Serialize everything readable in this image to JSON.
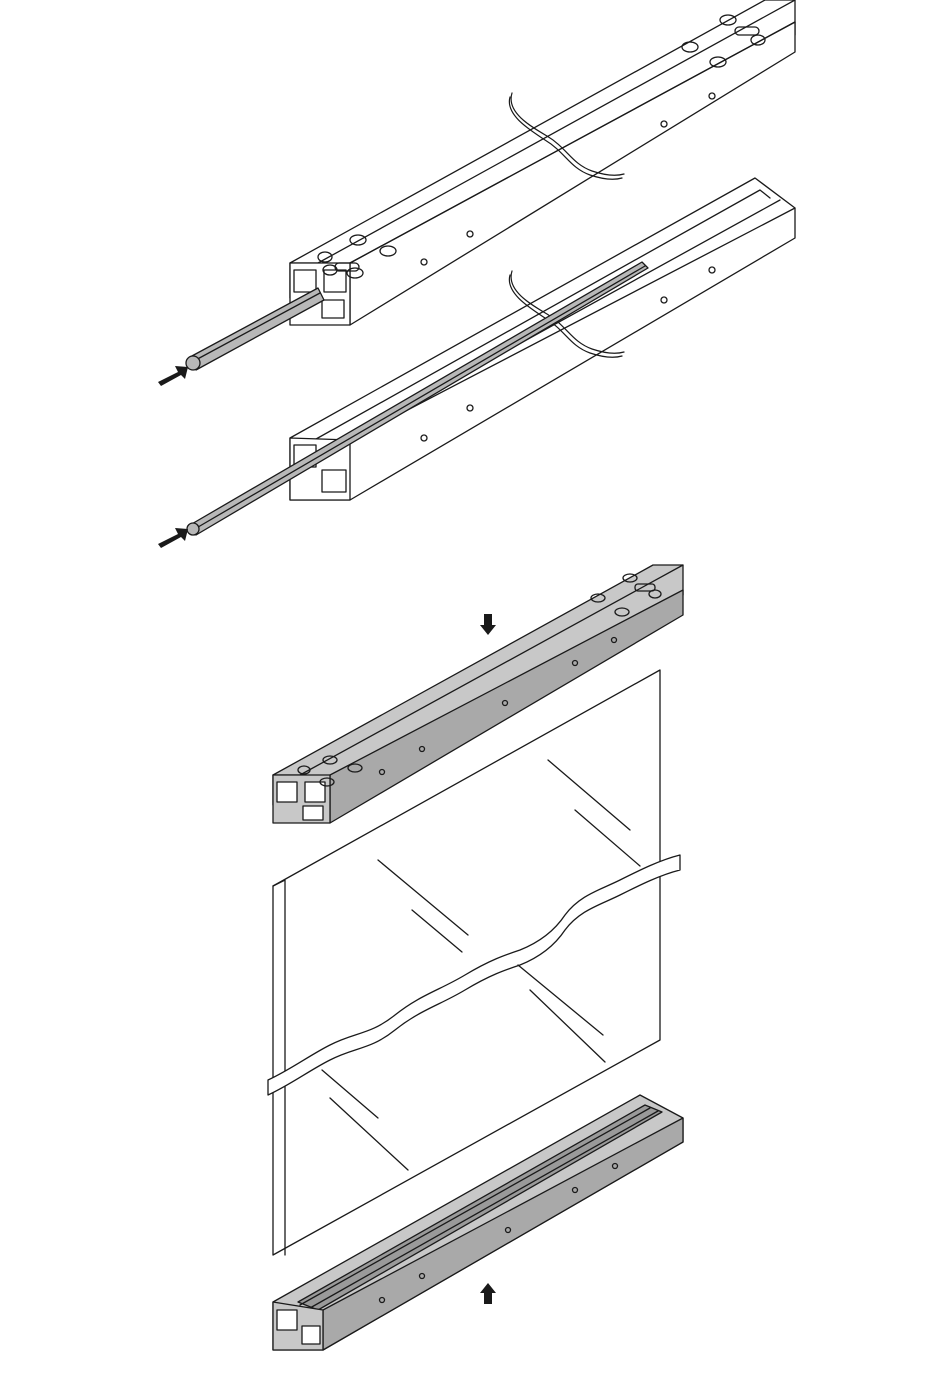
{
  "colors": {
    "background": "#ffffff",
    "line": "#1a1a1a",
    "profile_fill": "#ffffff",
    "profile_shaded": "#c8c8c8",
    "profile_shaded_dark": "#a9a9a9",
    "gasket_fill": "#b8b8b8",
    "arrow_fill": "#1a1a1a"
  },
  "parts": [
    {
      "id": "top-profile-with-gasket",
      "label": ""
    },
    {
      "id": "bottom-profile-with-gasket",
      "label": ""
    },
    {
      "id": "top-profile-mounted",
      "label": ""
    },
    {
      "id": "glass-panel",
      "label": ""
    },
    {
      "id": "bottom-profile-mounted",
      "label": ""
    }
  ],
  "arrows": [
    {
      "id": "insert-gasket-top",
      "direction": "right"
    },
    {
      "id": "insert-gasket-bottom",
      "direction": "right"
    },
    {
      "id": "lower-top-profile",
      "direction": "down"
    },
    {
      "id": "raise-bottom-profile",
      "direction": "up"
    }
  ]
}
